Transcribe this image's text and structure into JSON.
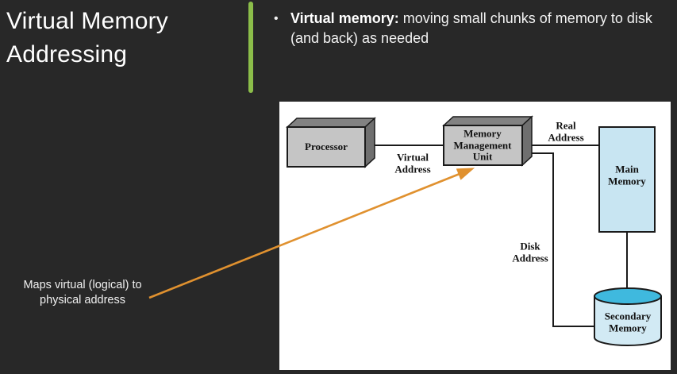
{
  "slide": {
    "title": "Virtual Memory Addressing",
    "bullet": {
      "marker": "•",
      "bold_label": "Virtual memory:",
      "text": "moving small chunks of memory to disk (and back) as needed"
    },
    "caption": "Maps virtual (logical) to physical address"
  },
  "diagram": {
    "nodes": {
      "processor": "Processor",
      "mmu": "Memory Management Unit",
      "main_memory": "Main Memory",
      "secondary_memory": "Secondary Memory"
    },
    "edges": {
      "virtual_address": "Virtual Address",
      "real_address": "Real Address",
      "disk_address": "Disk Address"
    }
  },
  "colors": {
    "background": "#282828",
    "divider_green": "#8CBE4A",
    "arrow_orange": "#E0912F",
    "box_front_gray": "#C5C5C5",
    "box_top_gray": "#828282",
    "box_side_gray": "#6F6F6F",
    "main_memory_fill": "#C8E5F2",
    "cylinder_top_fill": "#3FB9DE",
    "cylinder_body_fill": "#D2EAF4",
    "diagram_line": "#1A1A1A"
  }
}
